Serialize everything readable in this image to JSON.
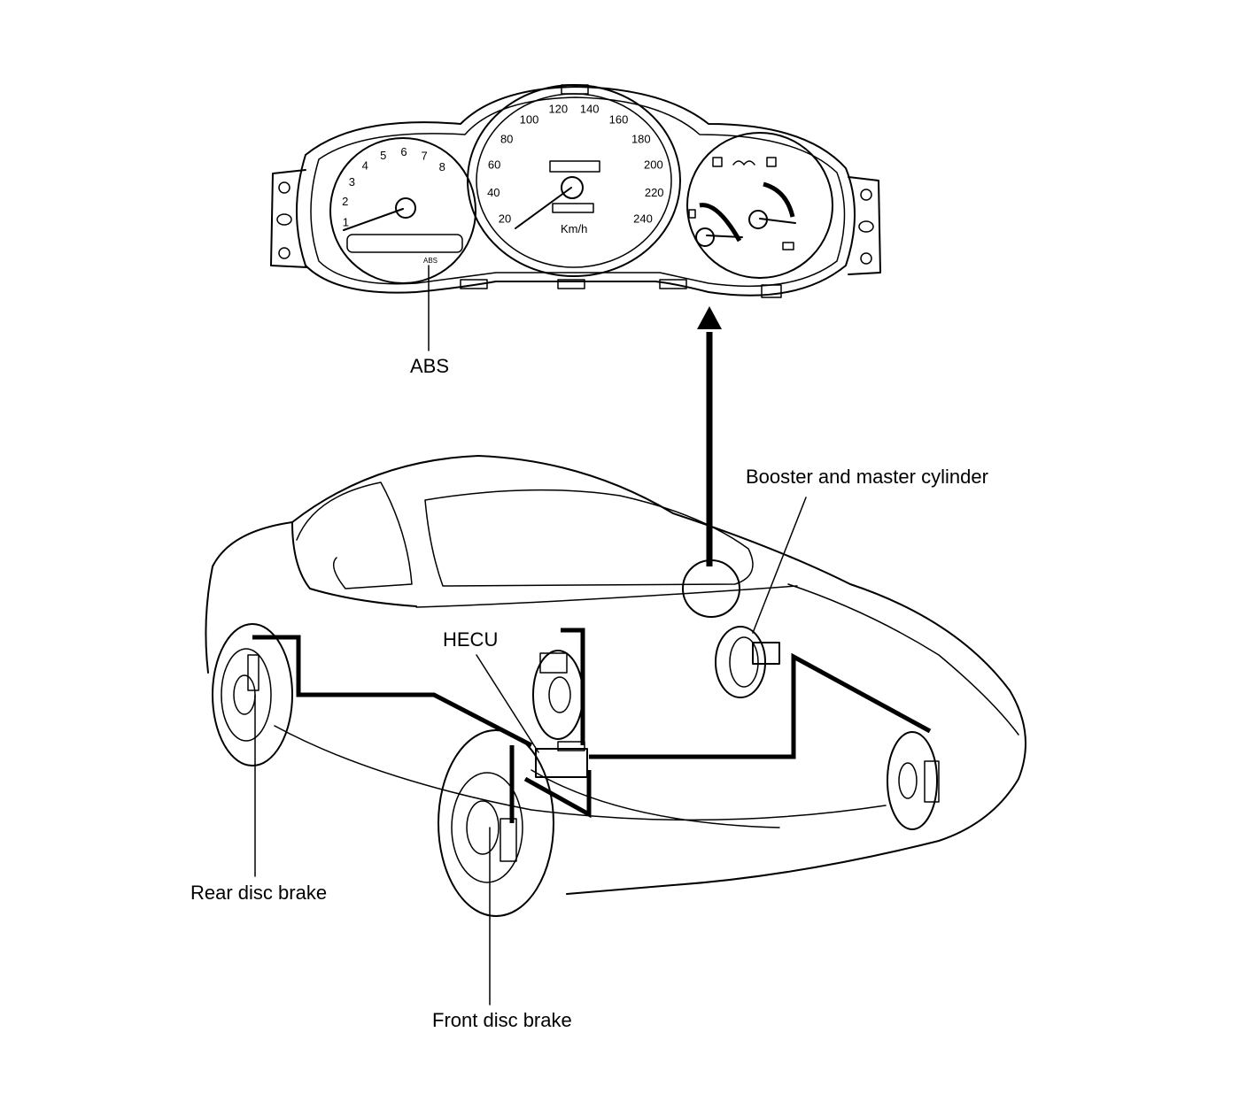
{
  "labels": {
    "abs": "ABS",
    "booster": "Booster and master cylinder",
    "hecu": "HECU",
    "rear_brake": "Rear disc brake",
    "front_brake": "Front disc brake"
  },
  "cluster": {
    "tacho_ticks": [
      "1",
      "2",
      "3",
      "4",
      "5",
      "6",
      "7",
      "8"
    ],
    "speed_ticks": [
      "20",
      "40",
      "60",
      "80",
      "100",
      "120",
      "140",
      "160",
      "180",
      "200",
      "220",
      "240"
    ],
    "speed_unit": "Km/h",
    "abs_lamp": "ABS"
  }
}
